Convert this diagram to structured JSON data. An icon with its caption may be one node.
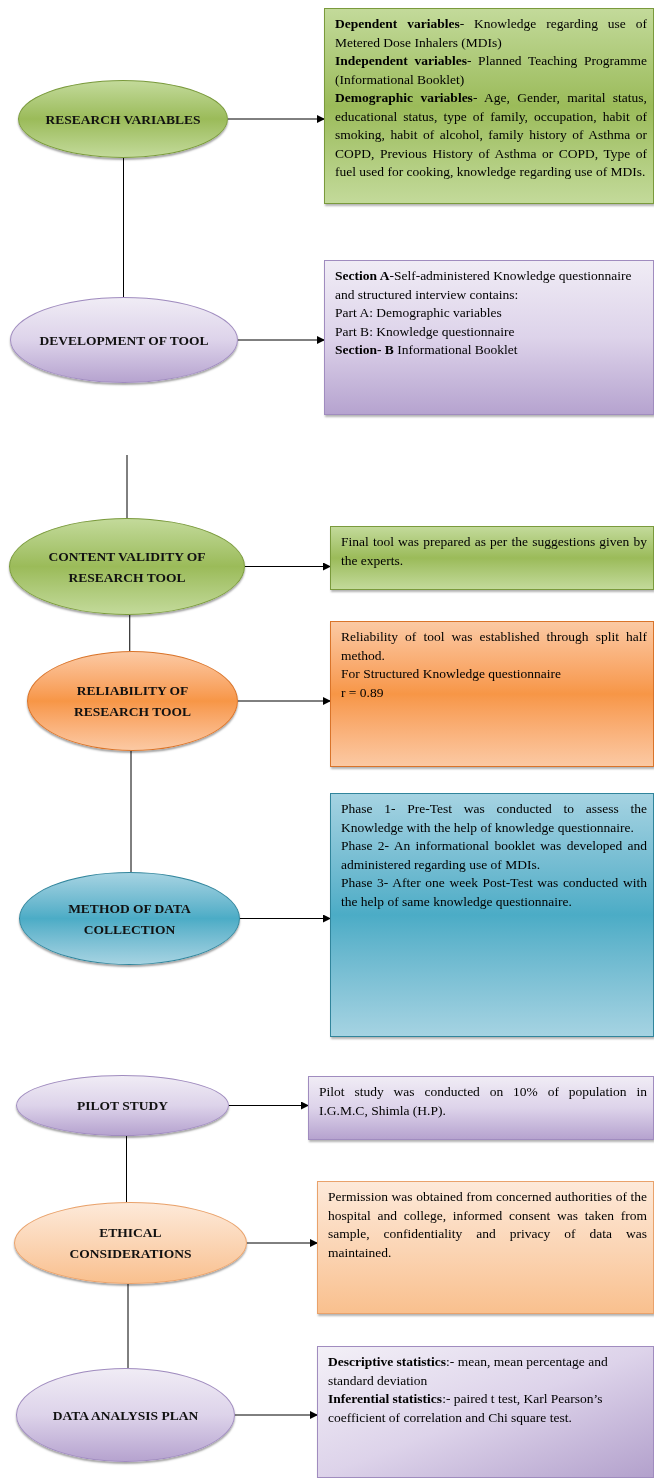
{
  "diagram": {
    "nodes": [
      {
        "text": [
          "RESEARCH VARIABLES"
        ]
      },
      {
        "text": [
          "**Dependent variables**- Knowledge regarding use of Metered Dose Inhalers (MDIs)",
          "**Independent variables**- Planned Teaching Programme (Informational Booklet)",
          "**Demographic variables**- Age, Gender, marital status, educational status, type of family, occupation, habit of smoking, habit of alcohol, family history of Asthma or COPD, Previous History of Asthma or COPD, Type of fuel used for cooking, knowledge regarding use of MDIs."
        ]
      },
      {
        "text": [
          "DEVELOPMENT OF TOOL"
        ]
      },
      {
        "text": [
          "**Section A**-Self-administered Knowledge questionnaire and structured interview contains:",
          "Part A: Demographic variables",
          "Part B: Knowledge questionnaire",
          "**Section- B** Informational Booklet"
        ]
      },
      {
        "text": [
          "CONTENT VALIDITY OF RESEARCH TOOL"
        ]
      },
      {
        "text": [
          "Final tool was prepared as per the suggestions given by the experts."
        ]
      },
      {
        "text": [
          "RELIABILITY OF RESEARCH TOOL"
        ]
      },
      {
        "text": [
          "Reliability of tool was established through split half method.",
          "For Structured Knowledge questionnaire",
          "r = 0.89"
        ]
      },
      {
        "text": [
          "METHOD OF DATA COLLECTION"
        ]
      },
      {
        "text": [
          "Phase 1- Pre-Test was conducted to assess the Knowledge with the help of knowledge questionnaire.",
          "Phase 2- An informational booklet was developed and administered regarding use of MDIs.",
          "Phase 3- After one week Post-Test was conducted with the help of same knowledge questionnaire."
        ]
      },
      {
        "text": [
          "PILOT STUDY"
        ]
      },
      {
        "text": [
          "Pilot study was conducted on 10% of population in I.G.M.C, Shimla (H.P)."
        ]
      },
      {
        "text": [
          "ETHICAL CONSIDERATIONS"
        ]
      },
      {
        "text": [
          "Permission was obtained from concerned authorities of the hospital and college, informed consent was taken from sample, confidentiality and privacy of data was maintained."
        ]
      },
      {
        "text": [
          "DATA ANALYSIS PLAN"
        ]
      },
      {
        "text": [
          "**Descriptive statistics**:- mean, mean percentage and standard deviation",
          "**Inferential statistics**:- paired t test, Karl Pearson’s coefficient of correlation and Chi square test."
        ]
      }
    ],
    "edges": [
      {
        "from": 0,
        "to": 1,
        "arrow": "to"
      },
      {
        "from": 0,
        "to": 2,
        "arrow": "none"
      },
      {
        "from": 2,
        "to": 3,
        "arrow": "to"
      },
      {
        "from": null,
        "to": 4,
        "arrow": "none"
      },
      {
        "from": 4,
        "to": 5,
        "arrow": "to"
      },
      {
        "from": 4,
        "to": 6,
        "arrow": "none"
      },
      {
        "from": 6,
        "to": 7,
        "arrow": "to"
      },
      {
        "from": 6,
        "to": 8,
        "arrow": "none"
      },
      {
        "from": 8,
        "to": 9,
        "arrow": "to"
      },
      {
        "from": 10,
        "to": 11,
        "arrow": "to"
      },
      {
        "from": 10,
        "to": 12,
        "arrow": "none"
      },
      {
        "from": 12,
        "to": 13,
        "arrow": "to"
      },
      {
        "from": 12,
        "to": 14,
        "arrow": "none"
      },
      {
        "from": 14,
        "to": 15,
        "arrow": "to"
      }
    ]
  }
}
